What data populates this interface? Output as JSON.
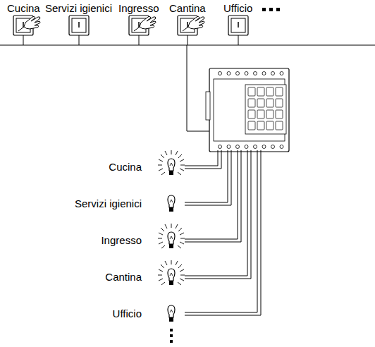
{
  "diagram": {
    "labels": [
      "Cucina",
      "Servizi igienici",
      "Ingresso",
      "Cantina",
      "Ufficio",
      "Cucina",
      "Servizi igienici",
      "Ingresso",
      "Cantina",
      "Ufficio"
    ]
  }
}
